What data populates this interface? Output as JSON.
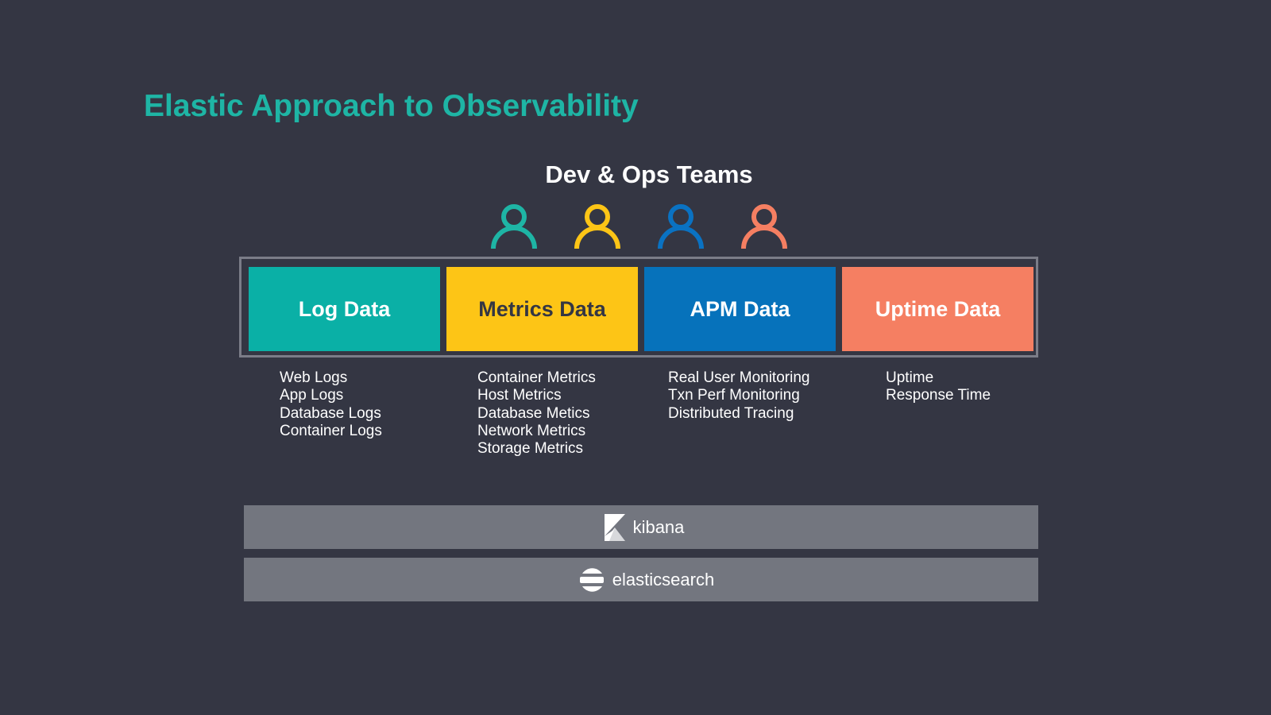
{
  "title": "Elastic Approach to Observability",
  "teams_label": "Dev & Ops Teams",
  "people": [
    {
      "icon": "person-icon",
      "color": "#1eb5a5"
    },
    {
      "icon": "person-icon",
      "color": "#fdc516"
    },
    {
      "icon": "person-icon",
      "color": "#0a72c2"
    },
    {
      "icon": "person-icon",
      "color": "#f57f62"
    }
  ],
  "categories": [
    {
      "label": "Log Data",
      "color": "#0ab0a6",
      "items": [
        "Web Logs",
        "App Logs",
        "Database Logs",
        "Container Logs"
      ]
    },
    {
      "label": "Metrics Data",
      "color": "#fdc516",
      "items": [
        "Container Metrics",
        "Host Metrics",
        "Database Metics",
        "Network Metrics",
        "Storage Metrics"
      ]
    },
    {
      "label": "APM Data",
      "color": "#0672bb",
      "items": [
        "Real User Monitoring",
        "Txn Perf Monitoring",
        "Distributed Tracing"
      ]
    },
    {
      "label": "Uptime Data",
      "color": "#f57f62",
      "items": [
        "Uptime",
        "Response Time"
      ]
    }
  ],
  "platform": {
    "kibana": {
      "label": "kibana",
      "icon": "kibana-logo-icon"
    },
    "elasticsearch": {
      "label": "elasticsearch",
      "icon": "elasticsearch-logo-icon"
    }
  },
  "colors": {
    "background": "#343643",
    "title": "#1eb5a5",
    "bar": "#73767f",
    "frame": "#7b7d88"
  }
}
